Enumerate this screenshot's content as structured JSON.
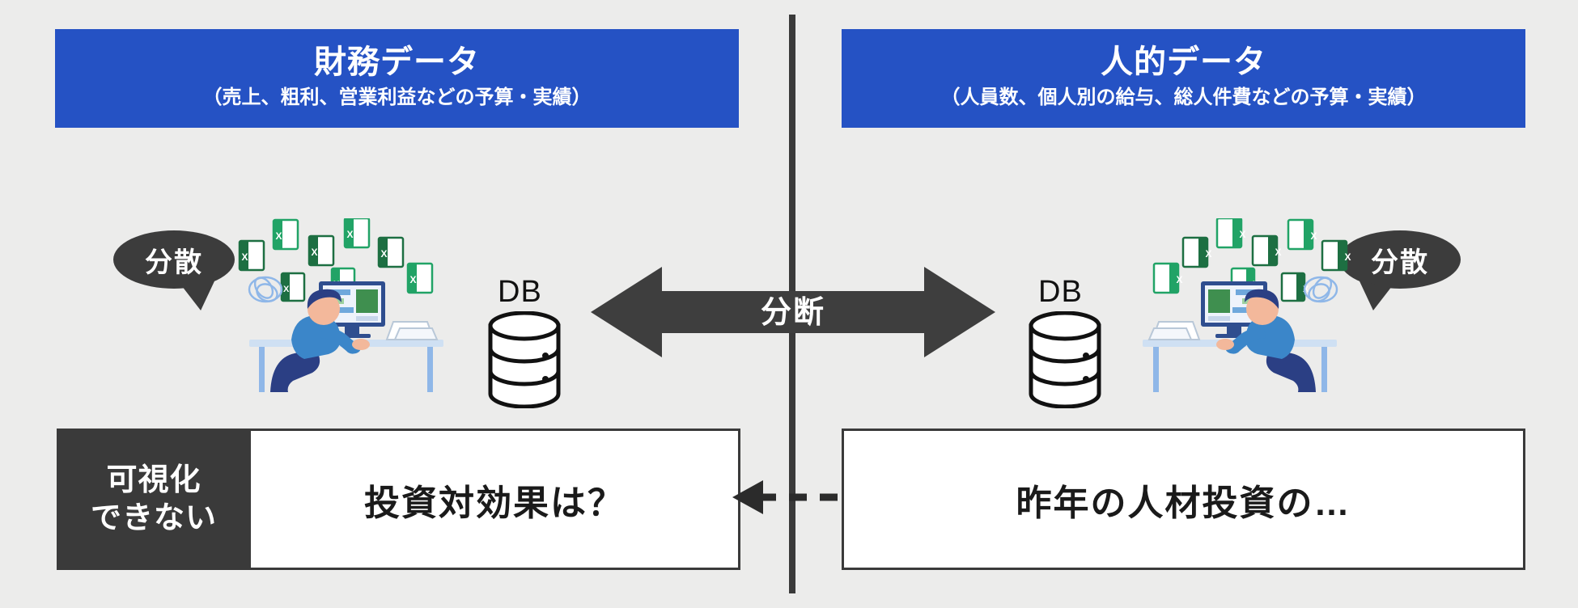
{
  "diagram": {
    "background_color": "#ececeb",
    "accent_blue": "#2552c4",
    "dark": "#3a3a3a"
  },
  "banners": {
    "left": {
      "title": "財務データ",
      "subtitle": "（売上、粗利、営業利益などの予算・実績）"
    },
    "right": {
      "title": "人的データ",
      "subtitle": "（人員数、個人別の給与、総人件費などの予算・実績）"
    }
  },
  "bubbles": {
    "left_label": "分散",
    "right_label": "分散"
  },
  "databases": {
    "left_label": "DB",
    "right_label": "DB"
  },
  "center": {
    "arrow_label": "分断"
  },
  "bottom": {
    "left_tab_line1": "可視化",
    "left_tab_line2": "できない",
    "left_box_text": "投資対効果は？",
    "right_box_text": "昨年の人材投資の…"
  }
}
